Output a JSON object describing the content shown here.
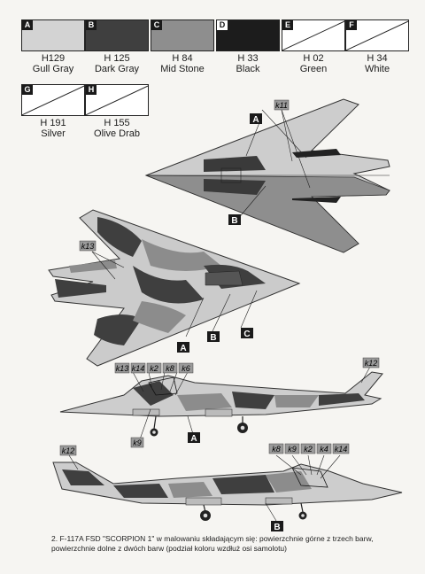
{
  "swatches": [
    {
      "letter": "A",
      "code": "H129",
      "name": "Gull Gray",
      "color": "#d3d3d3"
    },
    {
      "letter": "B",
      "code": "H 125",
      "name": "Dark Gray",
      "color": "#3f3f3f"
    },
    {
      "letter": "C",
      "code": "H 84",
      "name": "Mid Stone",
      "color": "#8e8e8e"
    },
    {
      "letter": "D",
      "code": "H 33",
      "name": "Black",
      "color": "#1c1c1c"
    },
    {
      "letter": "E",
      "code": "H 02",
      "name": "Green",
      "color": "#ffffff"
    },
    {
      "letter": "F",
      "code": "H 34",
      "name": "White",
      "color": "#ffffff"
    },
    {
      "letter": "G",
      "code": "H 191",
      "name": "Silver",
      "color": "#ffffff"
    },
    {
      "letter": "H",
      "code": "H 155",
      "name": "Olive Drab",
      "color": "#ffffff"
    }
  ],
  "callouts": {
    "a": "A",
    "b": "B",
    "c": "C"
  },
  "tags": {
    "k11": "k11",
    "k13": "k13",
    "k14": "k14",
    "k2": "k2",
    "k8": "k8",
    "k6": "k6",
    "k9": "k9",
    "k12": "k12",
    "k4": "k4"
  },
  "caption": "2. F-117A FSD \"SCORPION 1\" w malowaniu składającym się: powierzchnie górne z trzech barw, powierzchnie dolne z dwóch barw (podział koloru wzdłuż osi samolotu)"
}
